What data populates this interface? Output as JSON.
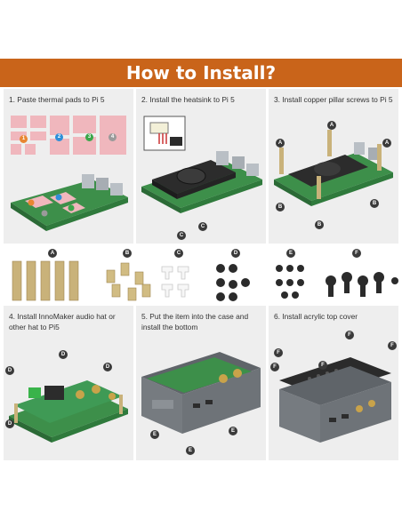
{
  "header": {
    "title": "How to Install?"
  },
  "steps": [
    {
      "label": "1. Paste thermal pads to Pi 5",
      "numbers": [
        "1",
        "2",
        "3",
        "4"
      ]
    },
    {
      "label": "2. Install the heatsink to Pi 5",
      "callouts": [
        "C",
        "C"
      ]
    },
    {
      "label": "3. Install copper pillar screws to Pi 5",
      "callouts": [
        "A",
        "A",
        "A",
        "B",
        "B",
        "B"
      ]
    },
    {
      "label": "4. Install InnoMaker audio hat or other hat to Pi5",
      "callouts": [
        "D",
        "D",
        "D",
        "D"
      ]
    },
    {
      "label": "5. Put the item into the case and install the bottom",
      "callouts": [
        "E",
        "E",
        "E"
      ]
    },
    {
      "label": "6. Install acrylic top cover",
      "callouts": [
        "F",
        "F",
        "F",
        "F",
        "F"
      ]
    }
  ],
  "parts": {
    "labels": [
      "A",
      "B",
      "C",
      "D",
      "E",
      "F"
    ]
  },
  "colors": {
    "banner": "#c9641a",
    "panel": "#eeeeee",
    "thermal_pad": "#f0b7bd",
    "pcb": "#3d8f4a",
    "heatsink": "#2c2c2c",
    "brass": "#c9b27a",
    "case": "#6e7378"
  }
}
